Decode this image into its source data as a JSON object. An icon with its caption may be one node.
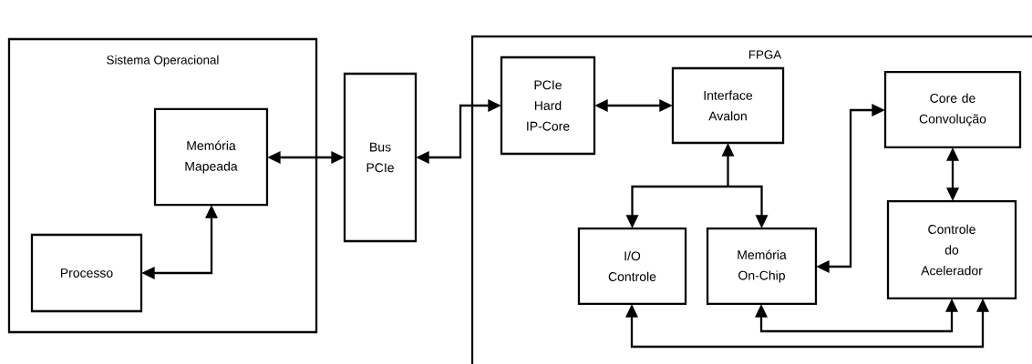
{
  "diagram": {
    "nodes": [
      {
        "text": [
          "Sistema Operacional"
        ]
      },
      {
        "text": [
          "Memória Mapeada"
        ],
        "in": 0
      },
      {
        "text": [
          "Processo"
        ],
        "in": 0
      },
      {
        "text": [
          "Bus PCIe"
        ]
      },
      {
        "text": [
          "FPGA"
        ]
      },
      {
        "text": [
          "PCIe Hard IP-Core"
        ],
        "in": 4
      },
      {
        "text": [
          "Interface Avalon"
        ],
        "in": 4
      },
      {
        "text": [
          "Core de Convolução"
        ],
        "in": 4
      },
      {
        "text": [
          "I/O Controle"
        ],
        "in": 4
      },
      {
        "text": [
          "Memória On-Chip"
        ],
        "in": 4
      },
      {
        "text": [
          "Controle do Acelerador"
        ],
        "in": 4
      }
    ],
    "edges": [
      {
        "from": 1,
        "to": 3,
        "arrow": "both"
      },
      {
        "from": 3,
        "to": 5,
        "arrow": "both"
      },
      {
        "from": 2,
        "to": 1,
        "arrow": "both"
      },
      {
        "from": 5,
        "to": 6,
        "arrow": "both"
      },
      {
        "from": 6,
        "to": 8,
        "arrow": "both"
      },
      {
        "from": 6,
        "to": 9,
        "arrow": "both"
      },
      {
        "from": 9,
        "to": 7,
        "arrow": "both"
      },
      {
        "from": 7,
        "to": 10,
        "arrow": "both"
      },
      {
        "from": 9,
        "to": 10,
        "arrow": "both"
      },
      {
        "from": 8,
        "to": 10,
        "arrow": "both"
      }
    ]
  }
}
